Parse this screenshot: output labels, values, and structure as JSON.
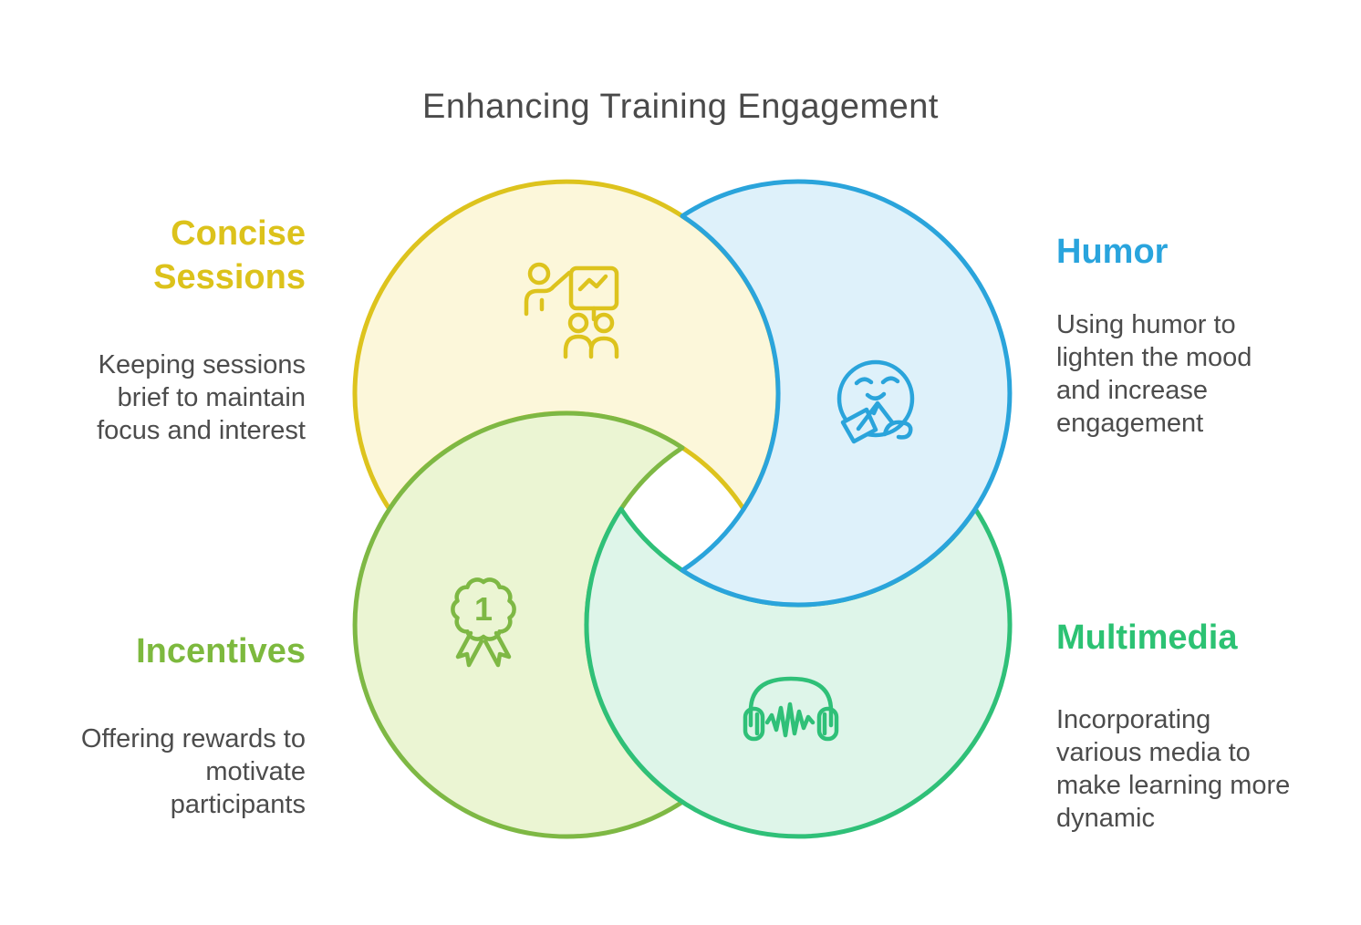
{
  "title": {
    "text": "Enhancing Training Engagement",
    "color": "#4a4a4a"
  },
  "body_text_color": "#4c4c4c",
  "background": "#ffffff",
  "petals": [
    {
      "id": "concise-sessions",
      "heading": "Concise\nSessions",
      "body": "Keeping sessions\nbrief to maintain\nfocus and interest",
      "heading_color": "#dcc21b",
      "circle_stroke": "#ddc31d",
      "circle_fill": "#fcf7da",
      "icon": "presentation-training-icon",
      "position": "top-left"
    },
    {
      "id": "humor",
      "heading": "Humor",
      "body": "Using humor to\nlighten the mood\nand increase\nengagement",
      "heading_color": "#29a4dd",
      "circle_stroke": "#2aa4db",
      "circle_fill": "#def1fa",
      "icon": "smiley-reading-book-icon",
      "position": "top-right"
    },
    {
      "id": "incentives",
      "heading": "Incentives",
      "body": "Offering rewards to\nmotivate\nparticipants",
      "heading_color": "#7db93e",
      "circle_stroke": "#7eb844",
      "circle_fill": "#ebf5d3",
      "icon": "first-place-ribbon-icon",
      "icon_badge": "1",
      "position": "bottom-left"
    },
    {
      "id": "multimedia",
      "heading": "Multimedia",
      "body": "Incorporating\nvarious media to\nmake learning more\ndynamic",
      "heading_color": "#2cc273",
      "circle_stroke": "#2fc078",
      "circle_fill": "#def5e9",
      "icon": "headphones-waveform-icon",
      "position": "bottom-right"
    }
  ]
}
